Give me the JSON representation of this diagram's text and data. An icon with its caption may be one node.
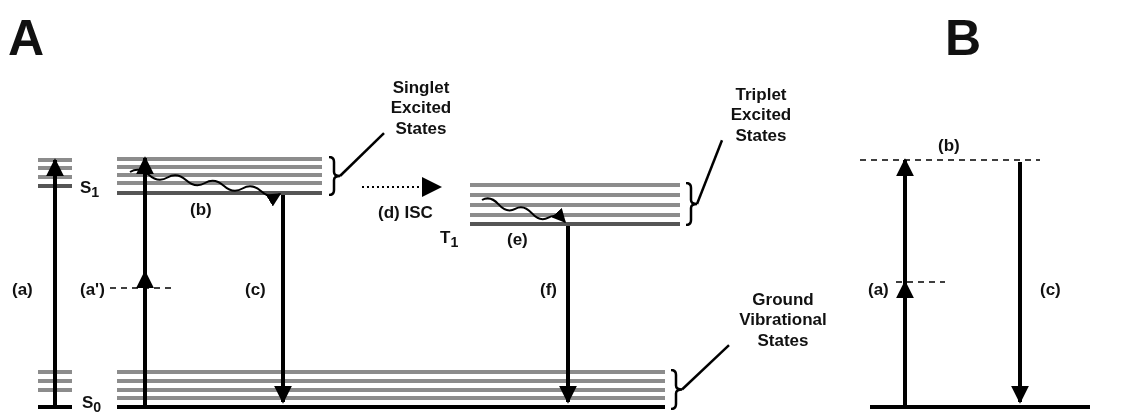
{
  "diagram": {
    "nodes": [
      {
        "text": [
          "Singlet Excited States"
        ]
      },
      {
        "text": [],
        "shape": "bracket"
      },
      {
        "text": [
          "Triplet Excited States"
        ]
      },
      {
        "text": [],
        "shape": "bracket"
      },
      {
        "text": [
          "Ground Vibrational States"
        ]
      },
      {
        "text": [],
        "shape": "bracket"
      }
    ],
    "edges": [
      {
        "from": 0,
        "to": 1,
        "arrow": "none"
      },
      {
        "from": 2,
        "to": 3,
        "arrow": "none"
      },
      {
        "from": 4,
        "to": 5,
        "arrow": "none"
      }
    ],
    "labels": [
      "A",
      "B",
      "(b)",
      "S$_{1}$",
      "(b)",
      "(d) ISC",
      "T$_{1}$",
      "(e)",
      "(a)",
      "(a')",
      "(c)",
      "(f)",
      "(a)",
      "(c)",
      "S$_{0}$"
    ]
  }
}
